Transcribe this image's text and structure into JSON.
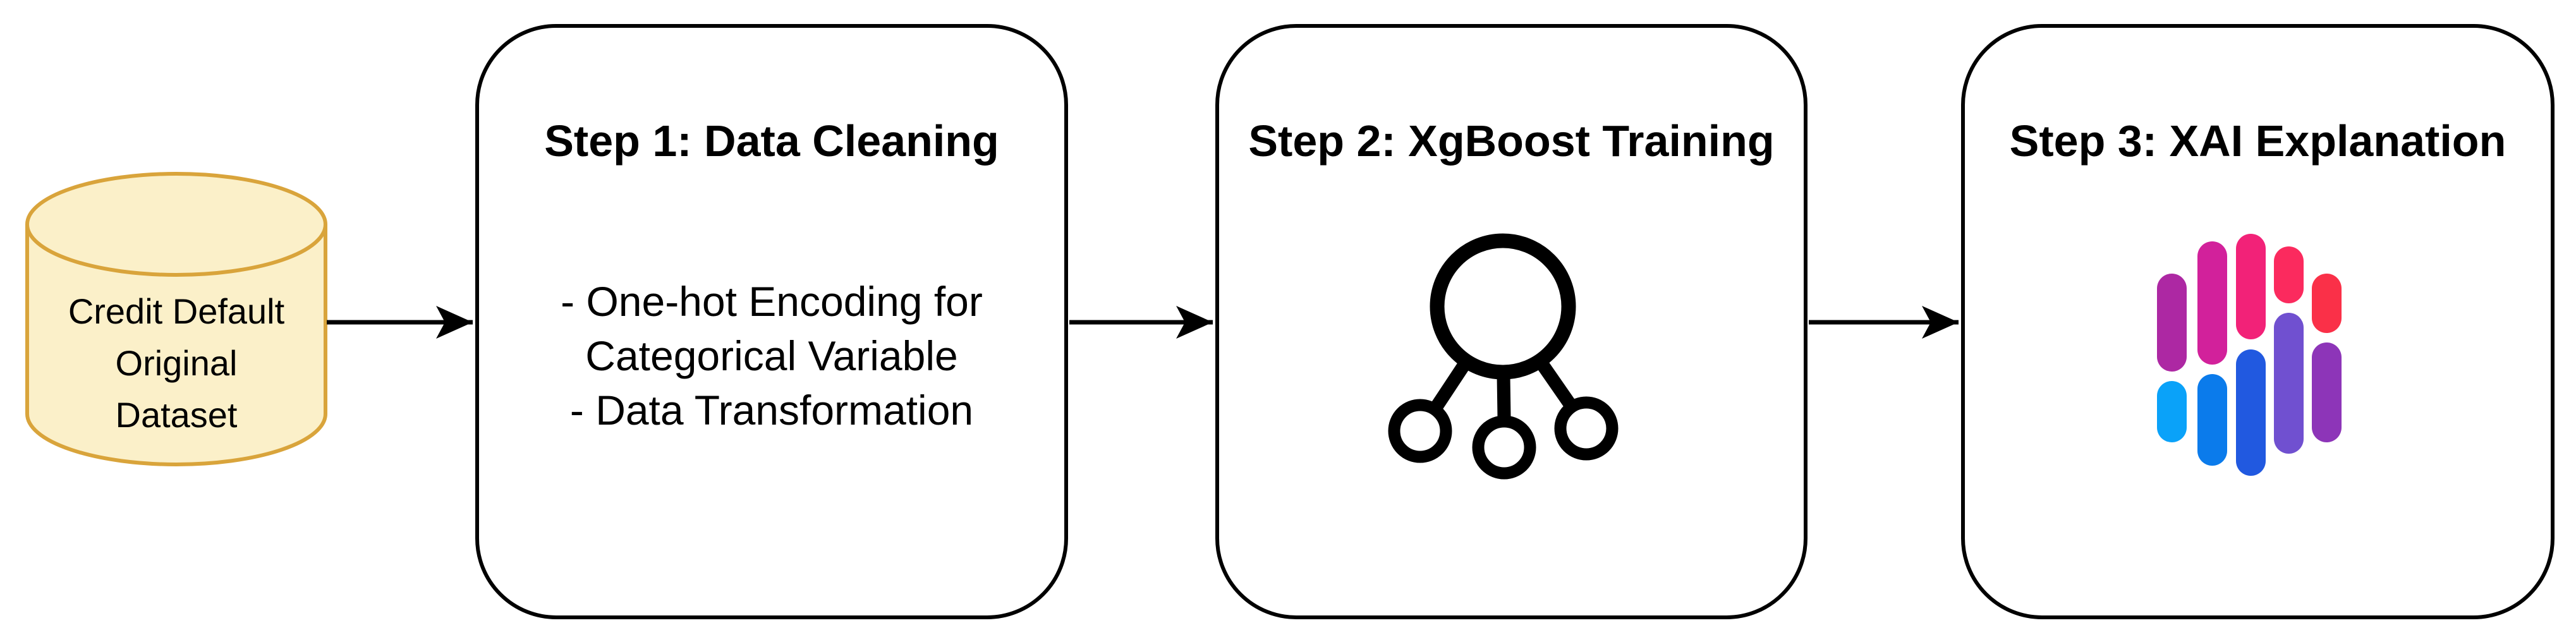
{
  "figure": {
    "background": "#FFFFFF",
    "node_border_color": "#000000",
    "text_color": "#000000"
  },
  "dataset": {
    "shape": "database-cylinder",
    "label_lines": [
      "Credit Default",
      "Original",
      "Dataset"
    ],
    "fill": "#FBF0C9",
    "stroke": "#D9A43B"
  },
  "steps": [
    {
      "title": "Step 1: Data Cleaning",
      "body_lines": [
        "- One-hot Encoding for",
        "Categorical Variable",
        "- Data Transformation"
      ],
      "icon": "none"
    },
    {
      "title": "Step 2: XgBoost Training",
      "icon": "decision-tree-icon"
    },
    {
      "title": "Step 3: XAI Explanation",
      "icon": "shap-logo-icon"
    }
  ],
  "arrows": {
    "color": "#000000",
    "count": 3
  },
  "tree_icon": {
    "stroke": "#000000"
  },
  "shap": {
    "bars": [
      {
        "name": "col1-top-purple-magenta",
        "color": "#AD28A3"
      },
      {
        "name": "col1-bottom-azure",
        "color": "#0AA2F9"
      },
      {
        "name": "col2-top-magenta",
        "color": "#D2219B"
      },
      {
        "name": "col2-bottom-blue",
        "color": "#0B7BEB"
      },
      {
        "name": "col3-top-pink",
        "color": "#F22278"
      },
      {
        "name": "col3-bottom-royal-blue",
        "color": "#2159E0"
      },
      {
        "name": "col4-top-hot-pink",
        "color": "#FB2A5E"
      },
      {
        "name": "col4-bottom-violet",
        "color": "#7050D0"
      },
      {
        "name": "col5-top-red",
        "color": "#FA3048"
      },
      {
        "name": "col5-bottom-purple",
        "color": "#8D35B8"
      }
    ]
  }
}
